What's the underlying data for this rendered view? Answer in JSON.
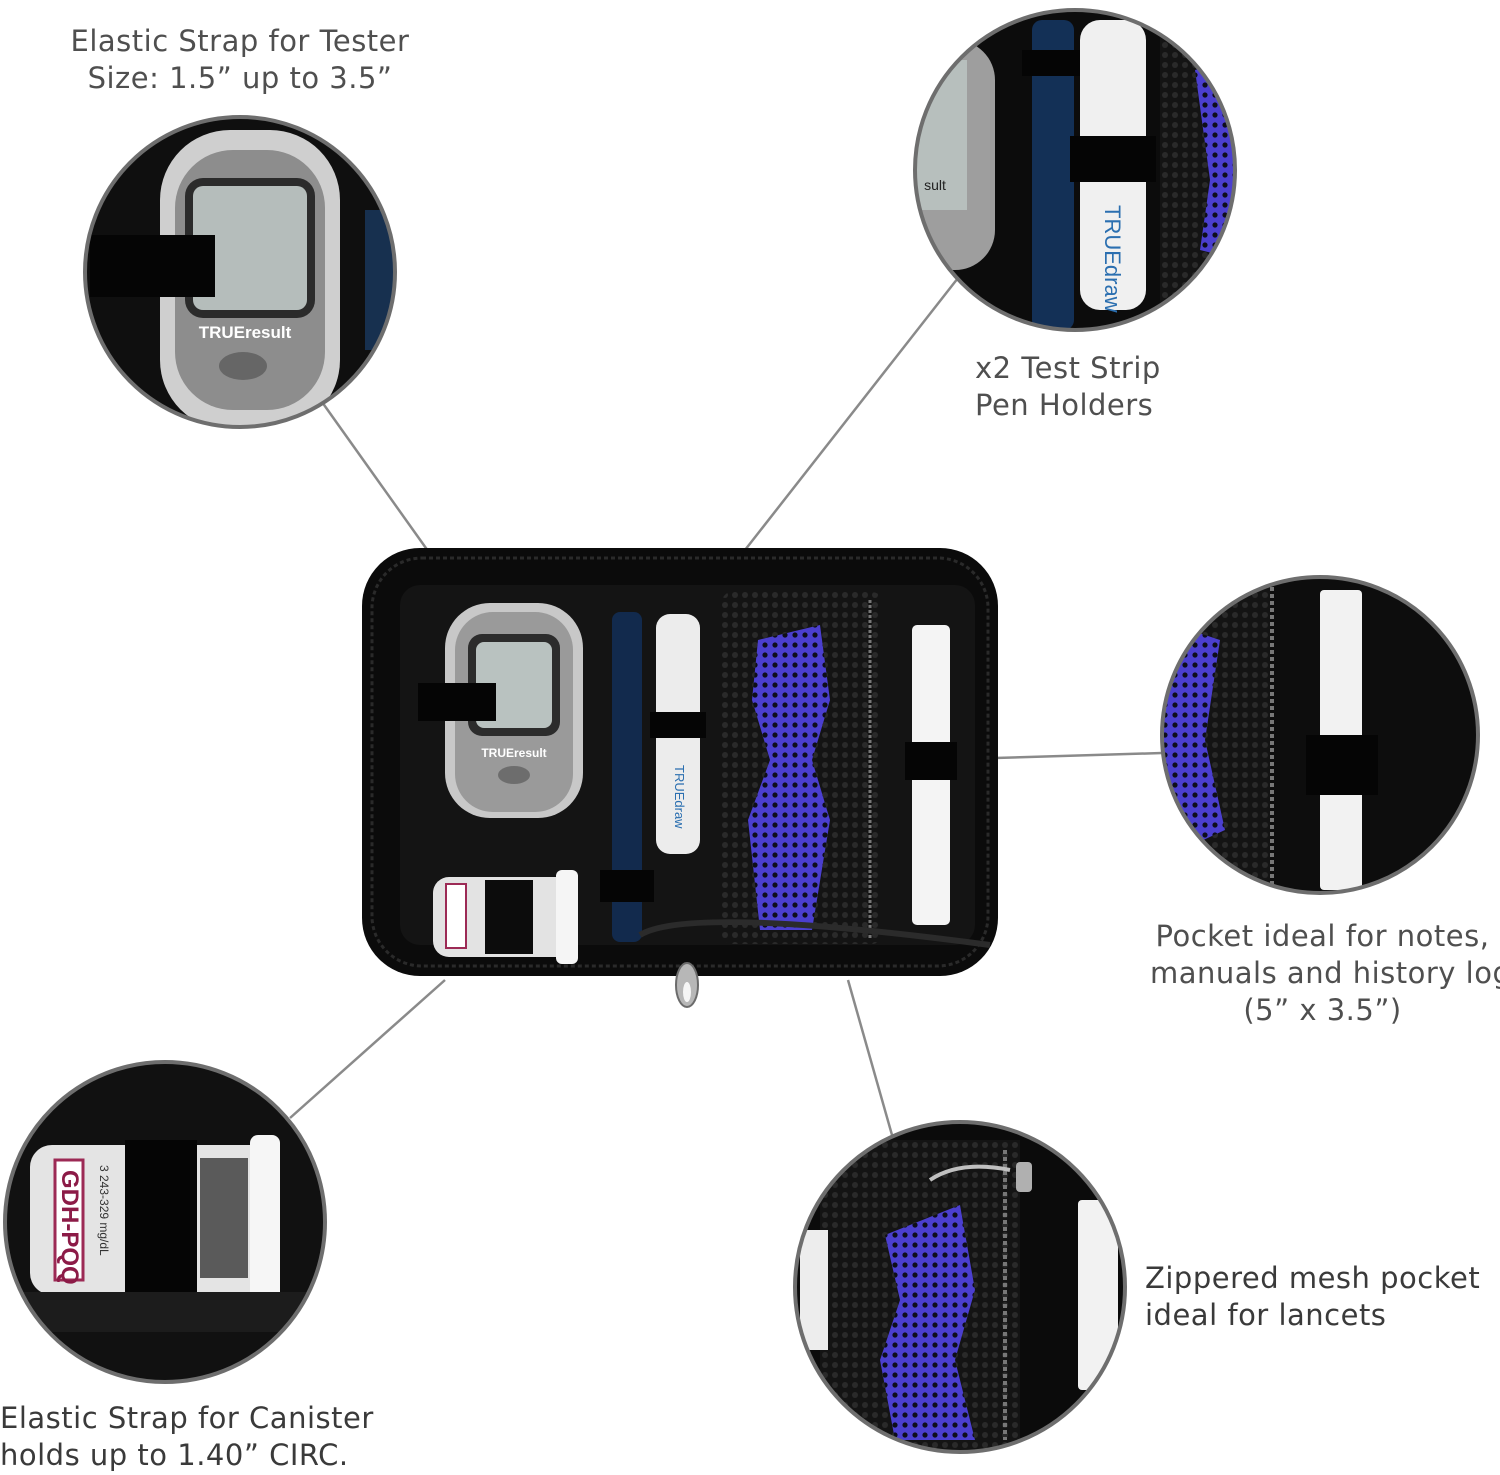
{
  "callouts": {
    "tester_strap": {
      "line1": "Elastic Strap for Tester",
      "line2": "Size: 1.5” up to 3.5”"
    },
    "pen_holders": {
      "line1": "x2 Test Strip",
      "line2": "Pen Holders"
    },
    "notes_pocket": {
      "line1": "Pocket ideal for notes,",
      "line2": "manuals and history logs",
      "line3": "(5” x 3.5”)"
    },
    "mesh_pocket": {
      "line1": "Zippered mesh pocket",
      "line2": "ideal for lancets"
    },
    "canister_strap": {
      "line1": "Elastic Strap for Canister",
      "line2": "holds up to 1.40” CIRC."
    }
  },
  "product_labels": {
    "meter_brand": "TRUEresult",
    "lancer_brand": "TRUEdraw",
    "canister_label": "GDH-PQQ",
    "canister_small": "3 243-329 mg/dL"
  },
  "colors": {
    "case": "#0c0c0c",
    "mesh": "#5a4fd6",
    "meter_silver": "#c9c9c9",
    "leader_line": "#8a8a8a"
  }
}
